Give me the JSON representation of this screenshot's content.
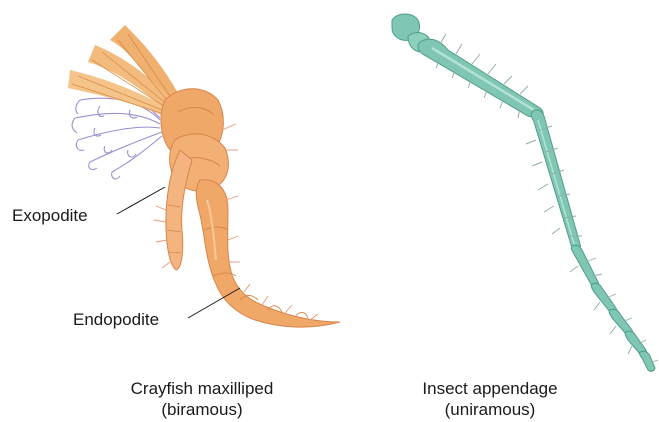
{
  "panels": [
    {
      "caption_line1": "Crayfish maxilliped",
      "caption_line2": "(biramous)",
      "labels": {
        "exopodite": "Exopodite",
        "endopodite": "Endopodite"
      },
      "colors": {
        "body": "#f0a868",
        "body_dark": "#d9844a",
        "body_light": "#f8c898",
        "branch": "#9b8fd0",
        "setae": "#e89878"
      }
    },
    {
      "caption_line1": "Insect appendage",
      "caption_line2": "(uniramous)",
      "colors": {
        "body": "#7fc7b4",
        "body_dark": "#4e9d8a",
        "body_light": "#b3e2d4",
        "spines": "#8fb0a8"
      }
    }
  ]
}
